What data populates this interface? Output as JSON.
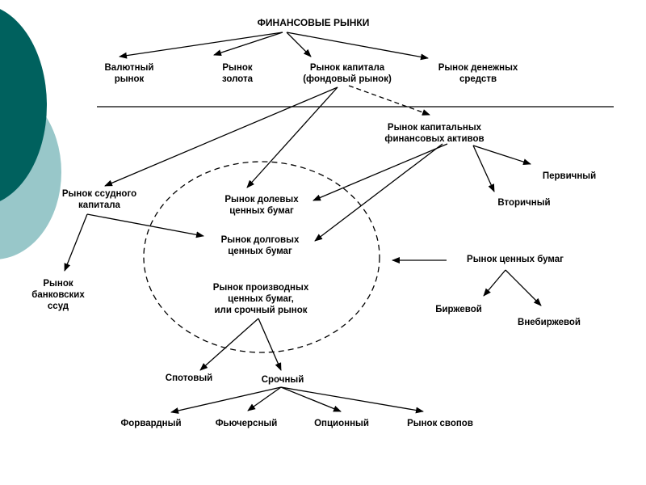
{
  "title": "ФИНАНСОВЫЕ  РЫНКИ",
  "nodes": {
    "currency": [
      "Валютный",
      "рынок"
    ],
    "gold": [
      "Рынок",
      "золота"
    ],
    "capital": [
      "Рынок капитала",
      "(фондовый рынок)"
    ],
    "money": [
      "Рынок денежных",
      "средств"
    ],
    "capital_assets": [
      "Рынок капитальных",
      "финансовых активов"
    ],
    "primary": "Первичный",
    "secondary": "Вторичный",
    "loan_capital": [
      "Рынок ссудного",
      "капитала"
    ],
    "equity": [
      "Рынок долевых",
      "ценных бумаг"
    ],
    "debt": [
      "Рынок долговых",
      "ценных бумаг"
    ],
    "bank_loans": [
      "Рынок",
      "банковских",
      "ссуд"
    ],
    "derivatives": [
      "Рынок производных",
      "ценных бумаг,",
      "или срочный рынок"
    ],
    "securities": "Рынок ценных бумаг",
    "exchange": "Биржевой",
    "otc": "Внебиржевой",
    "spot": "Спотовый",
    "term": "Срочный",
    "forward": "Форвардный",
    "futures": "Фьючерсный",
    "option": "Опционный",
    "swap": "Рынок свопов"
  },
  "colors": {
    "deco_dark": "#00615e",
    "deco_light": "#98c7c9",
    "line": "#000000"
  }
}
